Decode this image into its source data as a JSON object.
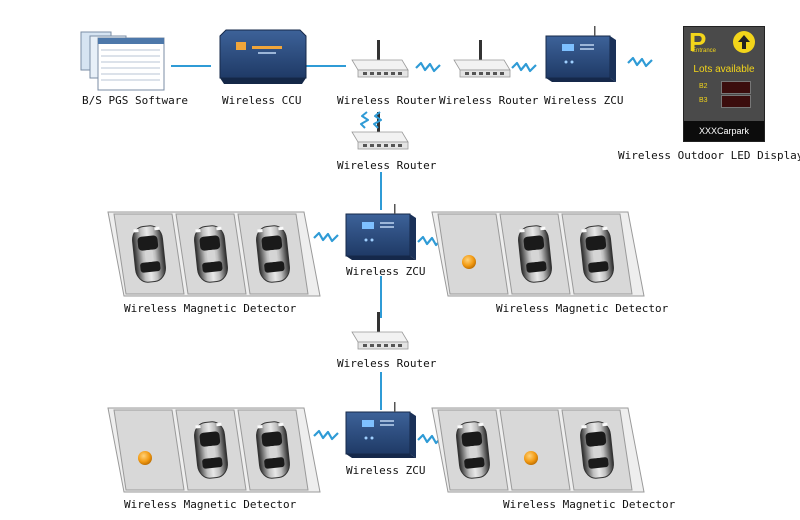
{
  "labels": {
    "software": "B/S PGS Software",
    "ccu": "Wireless CCU",
    "router": "Wireless Router",
    "zcu": "Wireless ZCU",
    "led_display": "Wireless Outdoor LED Display",
    "detector": "Wireless Magnetic Detector"
  },
  "led": {
    "letter": "P",
    "entrance": "Entrance",
    "lots_available": "Lots available",
    "levels": [
      "B2",
      "B3"
    ],
    "carpark": "XXXCarpark"
  },
  "colors": {
    "link": "#2f9bd6",
    "device_blue": "#2b4a7c",
    "slot_fill": "#d8d8d8",
    "slot_border": "#9a9a9a",
    "led_yellow": "#f3d51a",
    "detector_orange": "#f29a12"
  },
  "parking_rows": [
    {
      "slots": [
        "car",
        "car",
        "car"
      ]
    },
    {
      "slots": [
        "detector",
        "car",
        "car"
      ]
    },
    {
      "slots": [
        "detector",
        "car",
        "car"
      ]
    },
    {
      "slots": [
        "car",
        "detector",
        "car"
      ]
    }
  ]
}
